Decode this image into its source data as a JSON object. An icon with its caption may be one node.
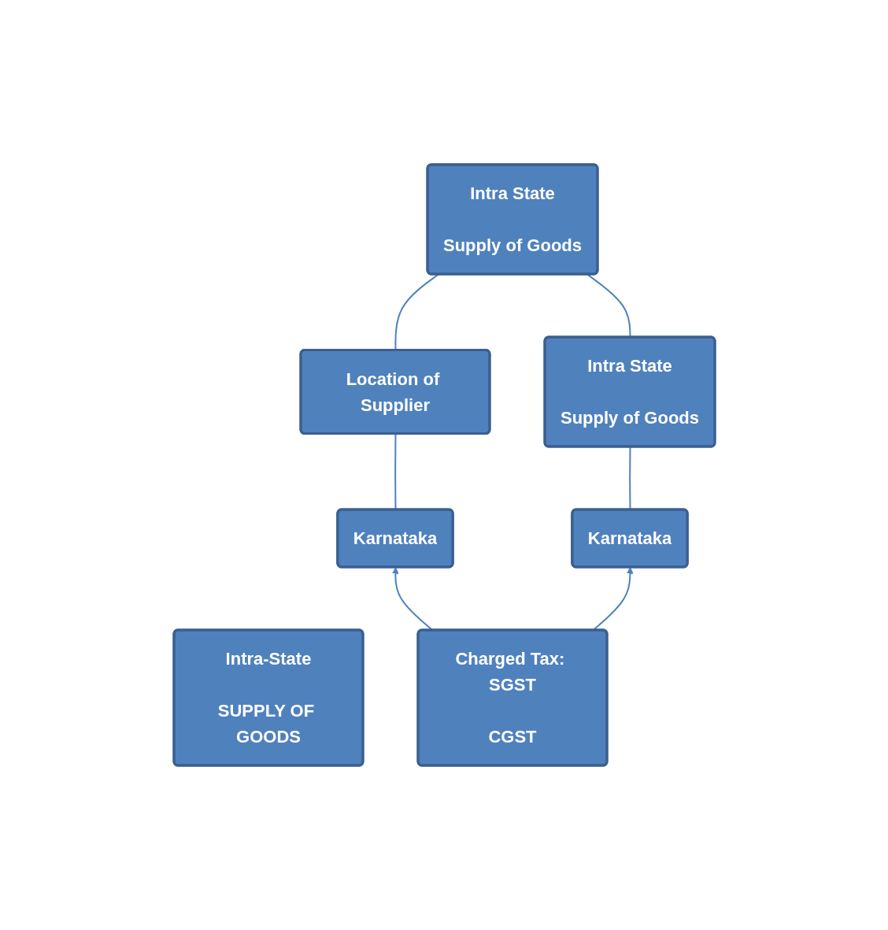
{
  "diagram": {
    "nodes": [
      {
        "text": [
          "Intra State",
          "Supply of Goods"
        ]
      },
      {
        "text": [
          "Location of Supplier"
        ]
      },
      {
        "text": [
          "Intra State",
          "Supply of Goods"
        ]
      },
      {
        "text": [
          "Intra-State",
          "SUPPLY OF GOODS"
        ]
      },
      {
        "text": [
          "Karnataka"
        ]
      },
      {
        "text": [
          "Karnataka"
        ]
      },
      {
        "text": [
          "Charged Tax: SGST",
          "CGST"
        ]
      }
    ],
    "edges": [
      {
        "from": 0,
        "to": 1,
        "arrow": "none"
      },
      {
        "from": 0,
        "to": 2,
        "arrow": "none"
      },
      {
        "from": 1,
        "to": 4,
        "arrow": "none"
      },
      {
        "from": 2,
        "to": 5,
        "arrow": "none"
      },
      {
        "from": 6,
        "to": 4,
        "arrow": "to"
      },
      {
        "from": 6,
        "to": 5,
        "arrow": "to"
      }
    ]
  }
}
